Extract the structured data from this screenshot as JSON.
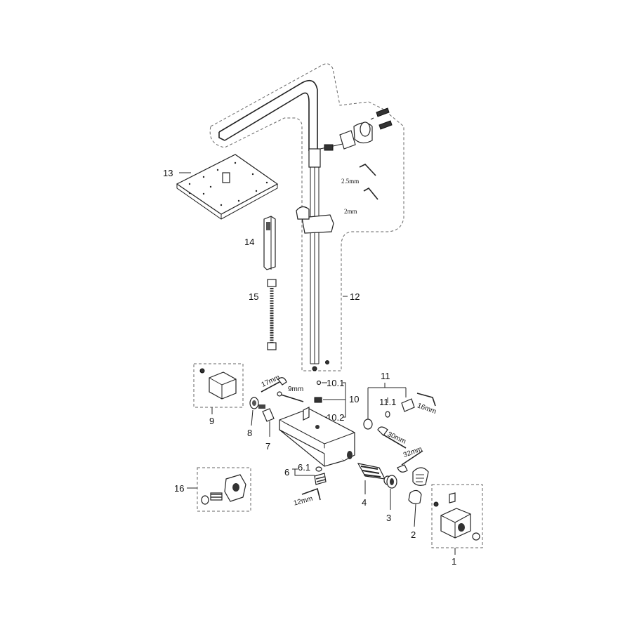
{
  "parts": {
    "p1": "1",
    "p2": "2",
    "p3": "3",
    "p4": "4",
    "p6": "6",
    "p6_1": "6.1",
    "p7": "7",
    "p8": "8",
    "p9": "9",
    "p10": "10",
    "p10_1": "10.1",
    "p10_2": "10.2",
    "p11": "11",
    "p11_1": "11.1",
    "p12": "12",
    "p13": "13",
    "p14": "14",
    "p15": "15",
    "p16": "16"
  },
  "tools": {
    "hex_25": "2.5mm",
    "hex_2": "2mm",
    "wrench_17": "17mm",
    "wrench_9": "9mm",
    "wrench_16": "16mm",
    "wrench_30": "30mm",
    "wrench_32": "32mm",
    "hex_12": "12mm"
  }
}
